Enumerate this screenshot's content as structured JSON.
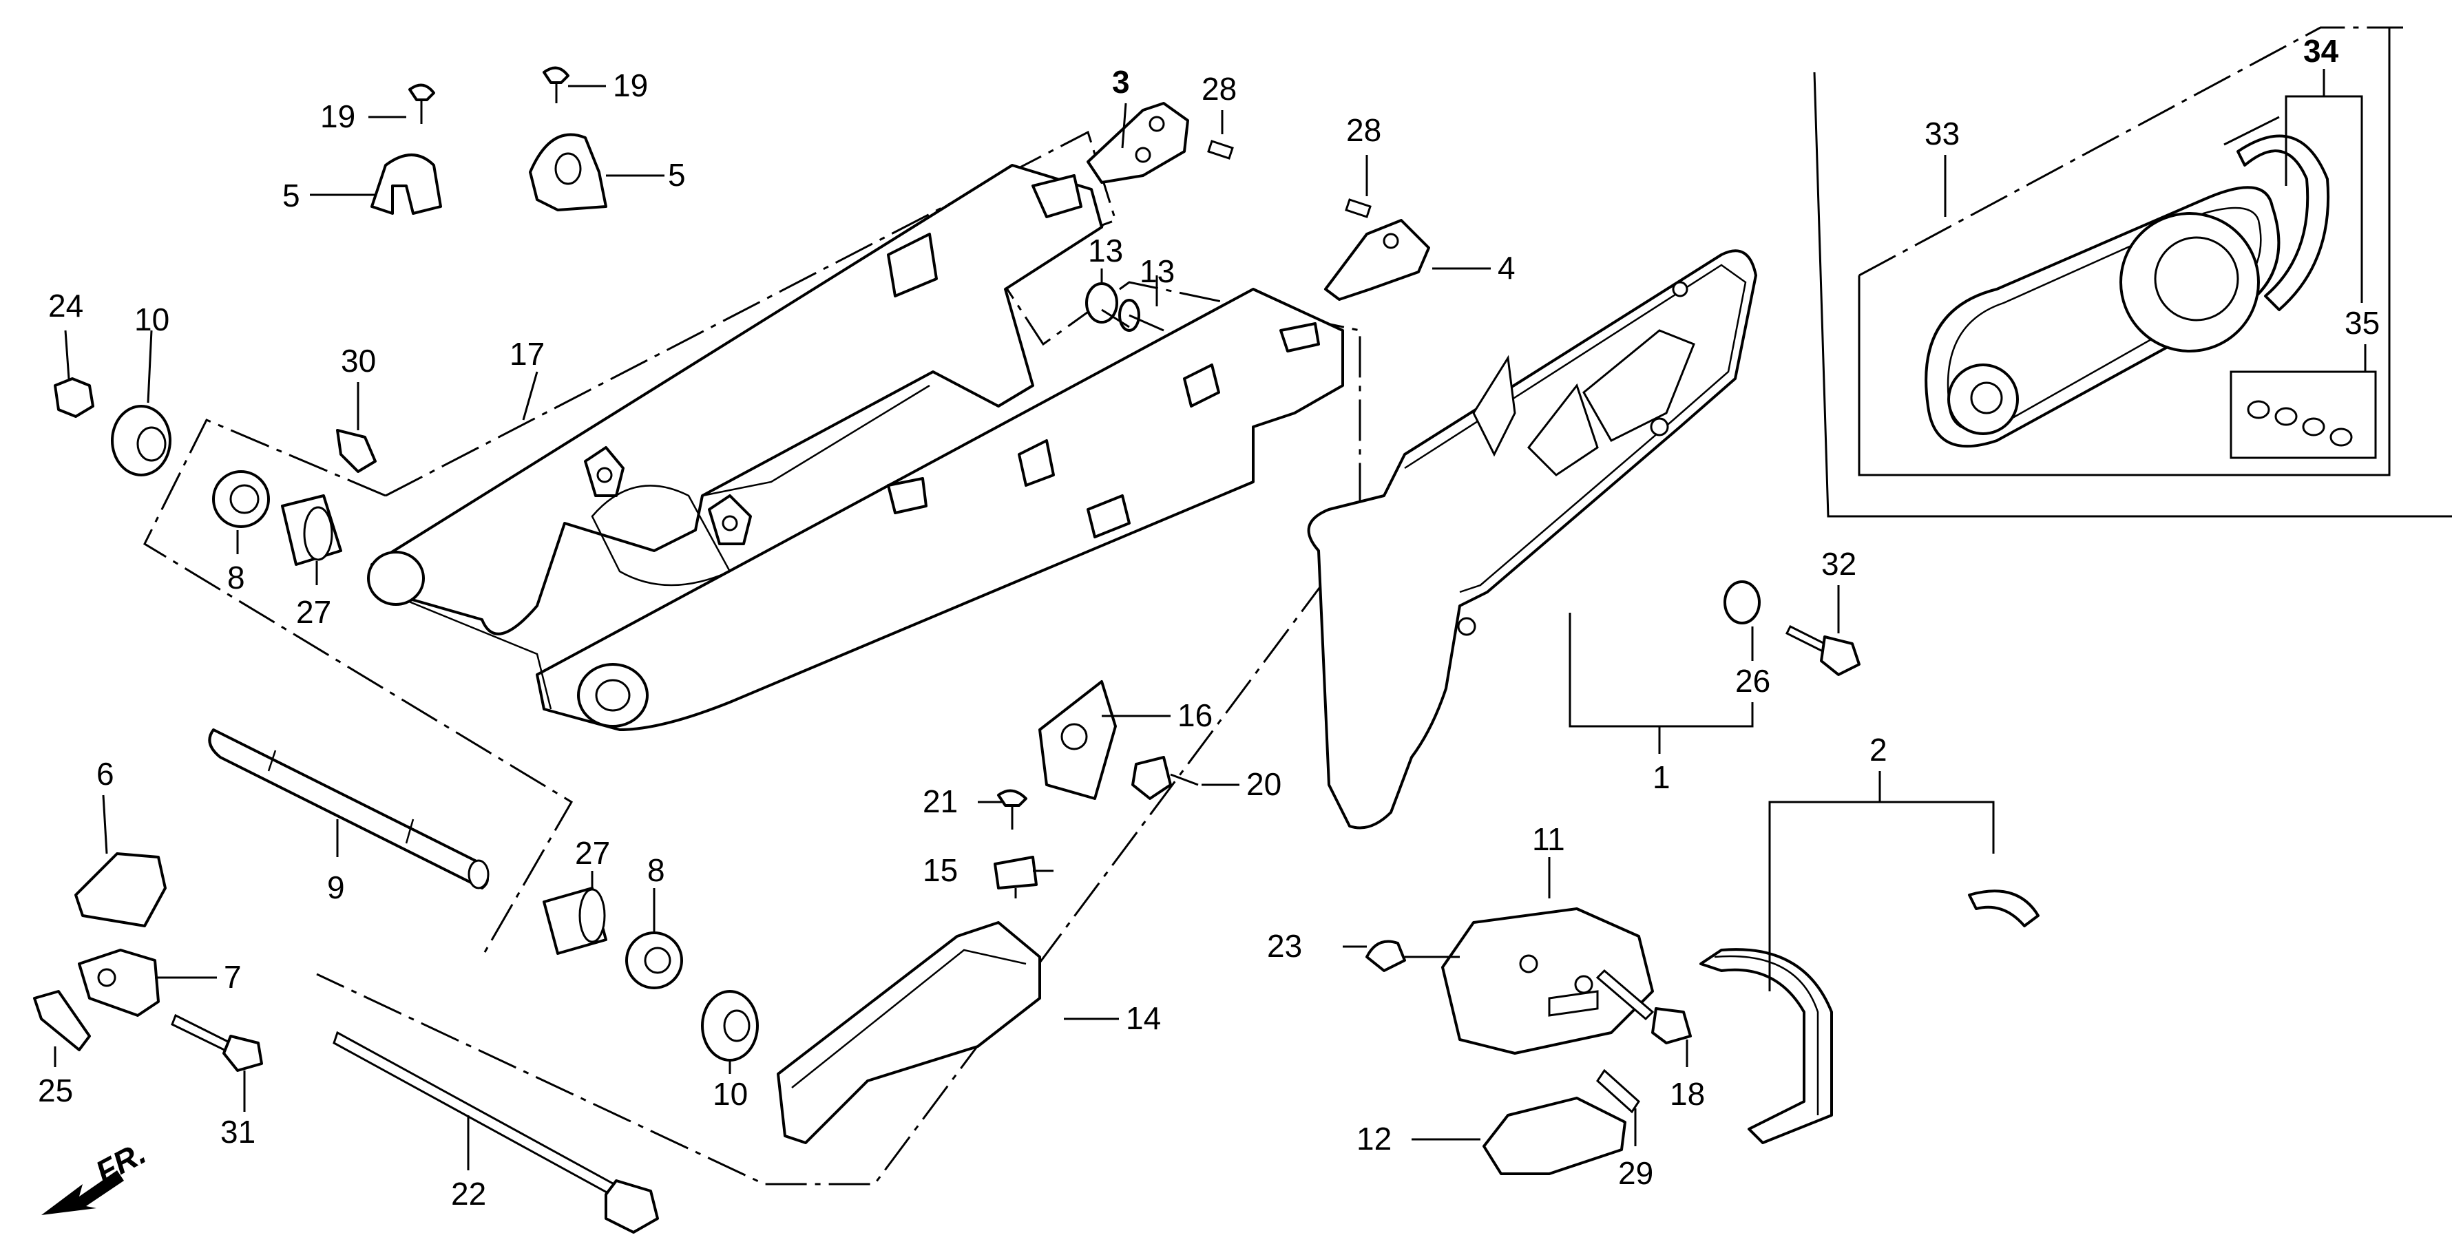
{
  "labels": {
    "p1": "1",
    "p2": "2",
    "p3": "3",
    "p4": "4",
    "p5a": "5",
    "p5b": "5",
    "p6": "6",
    "p7": "7",
    "p8a": "8",
    "p8b": "8",
    "p9": "9",
    "p10a": "10",
    "p10b": "10",
    "p11": "11",
    "p12": "12",
    "p13a": "13",
    "p13b": "13",
    "p14": "14",
    "p15": "15",
    "p16": "16",
    "p17": "17",
    "p18": "18",
    "p19a": "19",
    "p19b": "19",
    "p20": "20",
    "p21": "21",
    "p22": "22",
    "p23": "23",
    "p24": "24",
    "p25": "25",
    "p26": "26",
    "p27a": "27",
    "p27b": "27",
    "p28a": "28",
    "p28b": "28",
    "p29": "29",
    "p30": "30",
    "p31": "31",
    "p32": "32",
    "p33": "33",
    "p34": "34",
    "p35": "35"
  },
  "front_arrow": "FR."
}
